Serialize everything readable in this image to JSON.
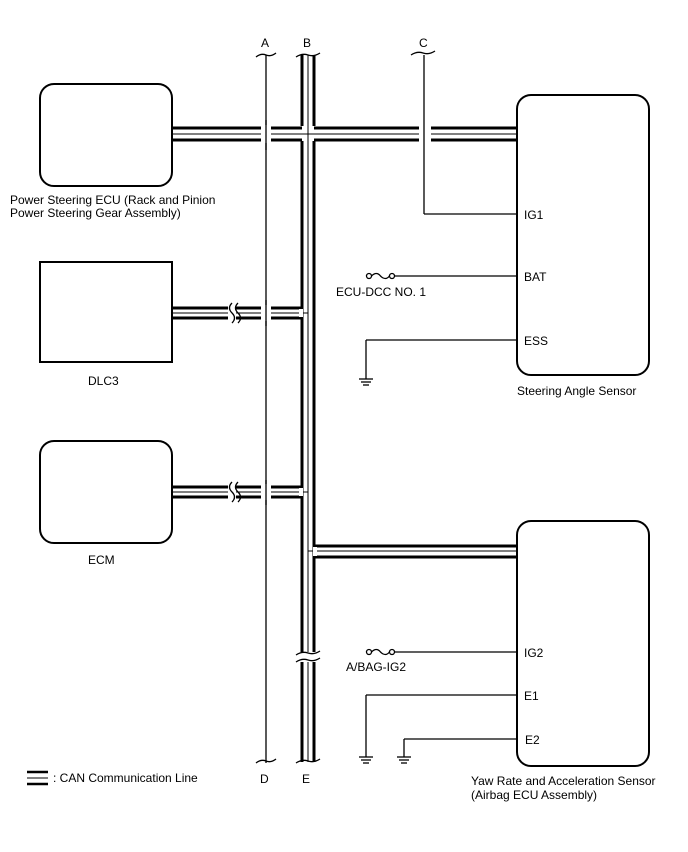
{
  "diagram": {
    "bus_labels": {
      "A": "A",
      "B": "B",
      "C": "C",
      "D": "D",
      "E": "E"
    },
    "components": {
      "power_steering_ecu": {
        "line1": "Power Steering ECU (Rack and Pinion",
        "line2": "Power Steering Gear Assembly)"
      },
      "dlc3": {
        "label": "DLC3"
      },
      "ecm": {
        "label": "ECM"
      },
      "steering_angle_sensor": {
        "label": "Steering Angle Sensor",
        "pins": {
          "ig1": "IG1",
          "bat": "BAT",
          "ess": "ESS"
        }
      },
      "yaw_rate_sensor": {
        "line1": "Yaw Rate and Acceleration Sensor",
        "line2": "(Airbag ECU Assembly)",
        "pins": {
          "ig2": "IG2",
          "e1": "E1",
          "e2": "E2"
        }
      }
    },
    "fuses": {
      "ecu_dcc": "ECU-DCC NO. 1",
      "abag_ig2": "A/BAG-IG2"
    },
    "legend": {
      "can_line": ": CAN Communication Line"
    }
  }
}
